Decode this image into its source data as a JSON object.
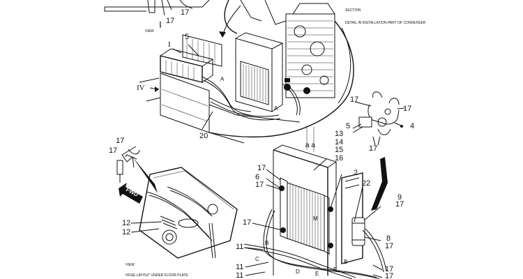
{
  "header": {
    "section": "SECTION",
    "detail": "DETAIL IN INSTALLATION PART OF CONDENSER"
  },
  "view_labels": {
    "view_top": "VIEW",
    "view_bottom": "VIEW",
    "hose_layout": "HOSE LAYOUT UNDER FLOOR PLATE"
  },
  "fwd_label": "FWD",
  "roman": {
    "r1": "I",
    "r1b": "I",
    "r4": "IV"
  },
  "aa_label": "a a",
  "letters": [
    "A",
    "A",
    "B",
    "B",
    "C",
    "D",
    "E",
    "E",
    "M"
  ],
  "callouts": {
    "c_top_17a": "17",
    "c_top_17b": "17",
    "c_5a": "5",
    "c_20": "20",
    "c_det_17a": "17",
    "c_det_17b": "17",
    "c_det_5": "5",
    "c_det_4": "4",
    "c_13": "13",
    "c_14": "14",
    "c_15": "15",
    "c_16": "16",
    "c_det_17c": "17",
    "c_left_17a": "17",
    "c_left_17b": "17",
    "c_12a": "12",
    "c_12b": "12",
    "c_cond_17a": "17",
    "c_6": "6",
    "c_cond_17b": "17",
    "c_2": "2",
    "c_22": "22",
    "c_9": "9",
    "c_9_17": "17",
    "c_cond_17c": "17",
    "c_8": "8",
    "c_8_17": "17",
    "c_11a": "11",
    "c_11b": "11",
    "c_11c": "11",
    "c_bot_17a": "17",
    "c_bot_17b": "17"
  }
}
